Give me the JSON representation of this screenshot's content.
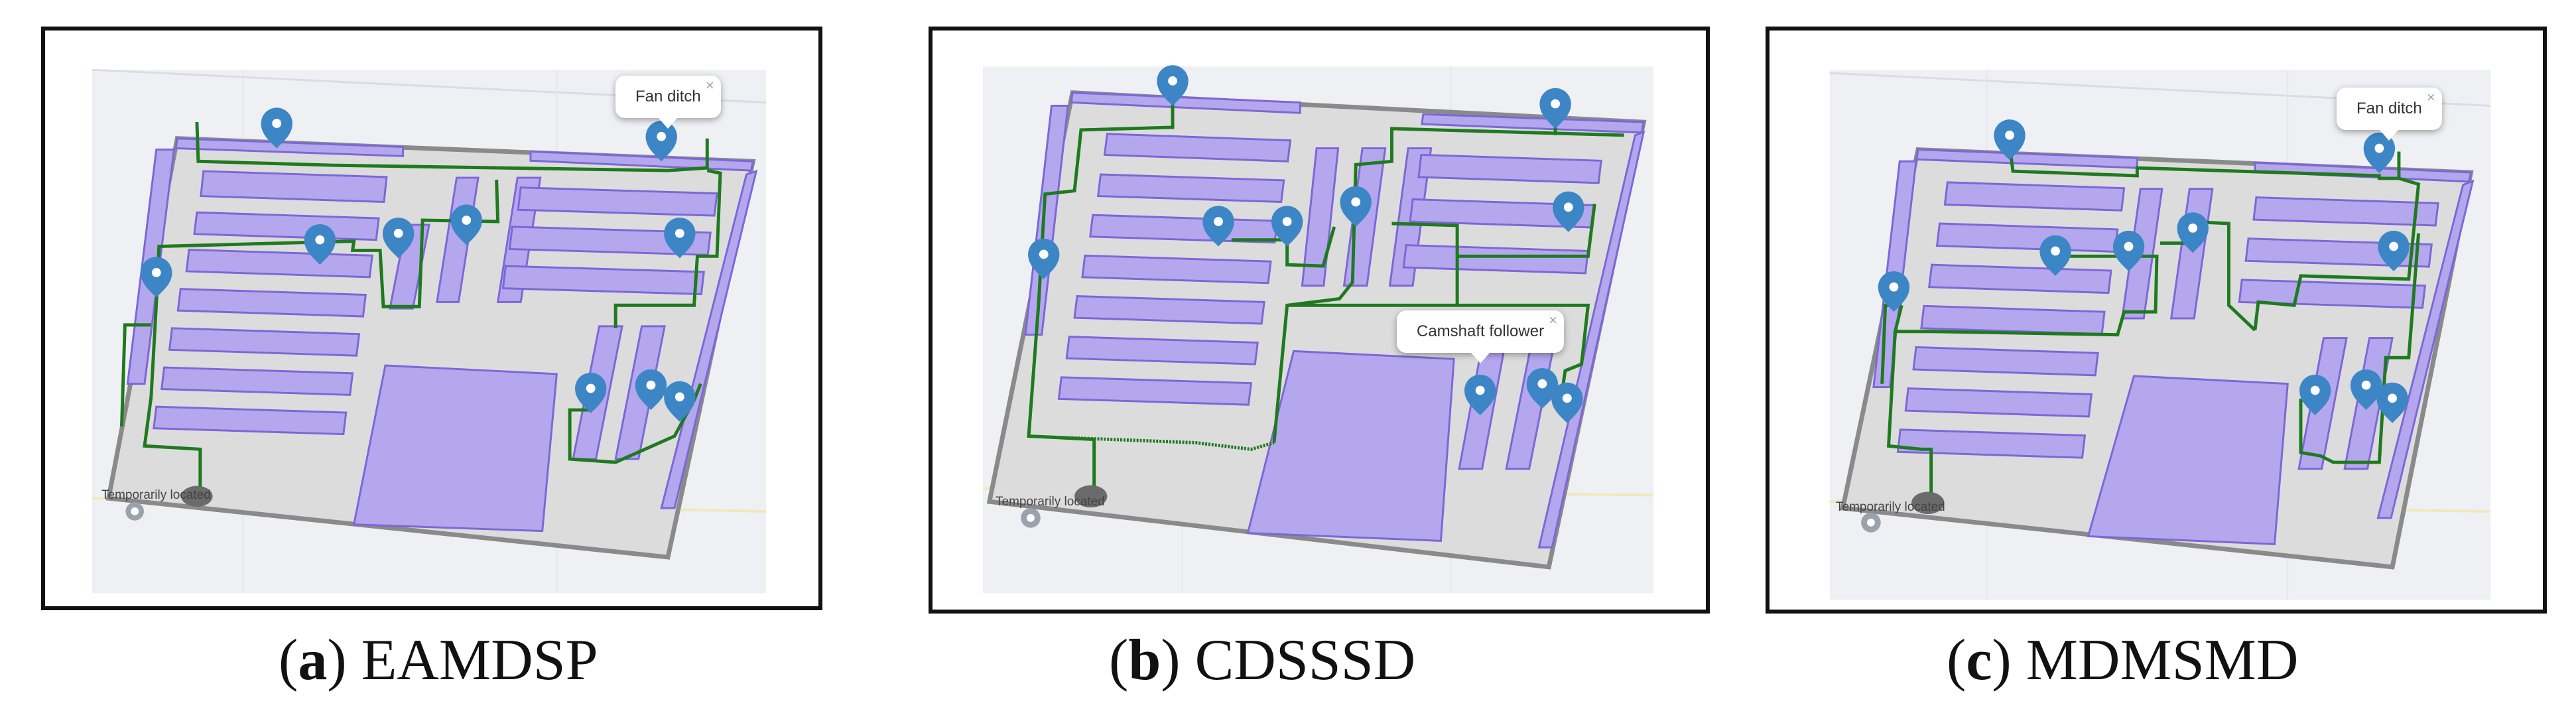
{
  "panels": [
    {
      "id": "a",
      "letter": "a",
      "title": "EAMDSP",
      "popups": [
        {
          "text": "Fan ditch",
          "close": "×"
        }
      ],
      "temp_label": "Temporarily located"
    },
    {
      "id": "b",
      "letter": "b",
      "title": "CDSSSD",
      "popups": [
        {
          "text": "Camshaft follower",
          "close": "×"
        }
      ],
      "temp_label": "Temporarily located"
    },
    {
      "id": "c",
      "letter": "c",
      "title": "MDMSMD",
      "popups": [
        {
          "text": "Fan ditch",
          "close": "×"
        }
      ],
      "temp_label": "Temporarily located"
    }
  ],
  "icons": {
    "marker": "map-marker-icon",
    "start": "start-point-icon",
    "location": "location-pin-icon",
    "close": "close-icon"
  },
  "colors": {
    "floor": "#dcdcdc",
    "floor_border": "#8a8a8a",
    "shelf_fill": "#b4a7ee",
    "shelf_border": "#7b68d6",
    "route": "#1f7a1f",
    "marker": "#3d86c6",
    "background_grid": "#eceff3"
  }
}
